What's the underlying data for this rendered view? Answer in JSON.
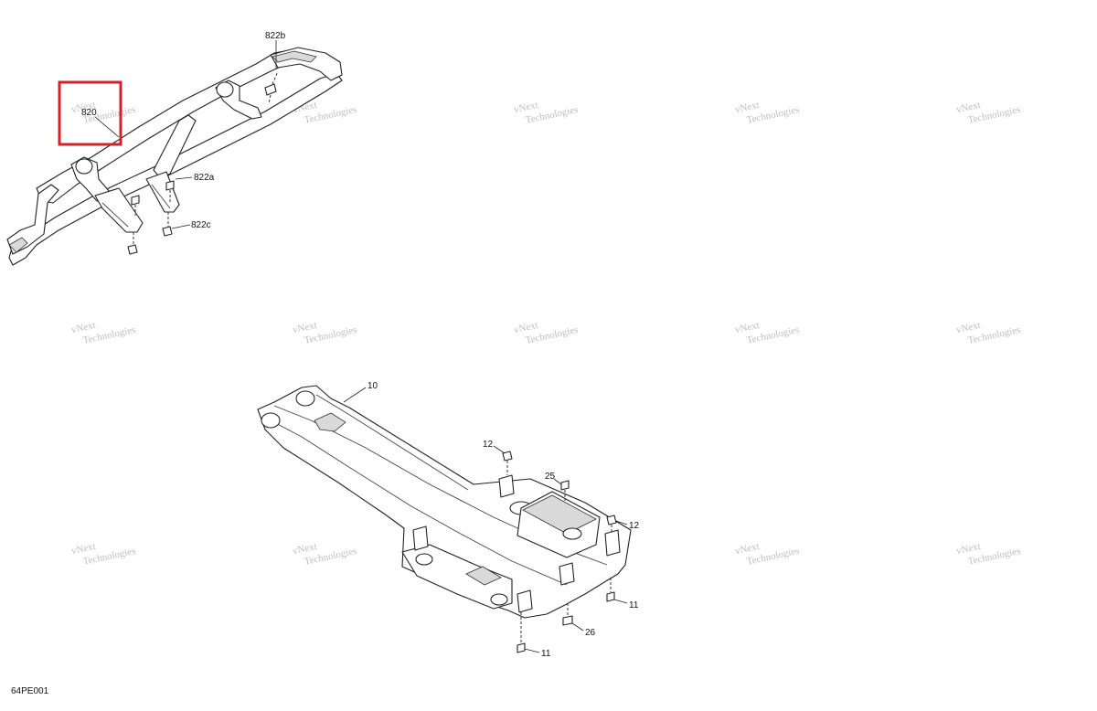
{
  "diagram": {
    "code": "64PE001",
    "highlight_color": "#d3212c",
    "watermark": {
      "line1": "vNext",
      "line2": "Technologies"
    },
    "upper_assembly_labels": {
      "tube": "820",
      "bolt": "822b",
      "rivet": "822a",
      "nut": "822c"
    },
    "lower_assembly_labels": {
      "plate": "10",
      "nut_top": "12",
      "nut_right": "12",
      "screw_top": "25",
      "screw_right": "11",
      "washer": "26",
      "screw_bottom": "11"
    }
  }
}
